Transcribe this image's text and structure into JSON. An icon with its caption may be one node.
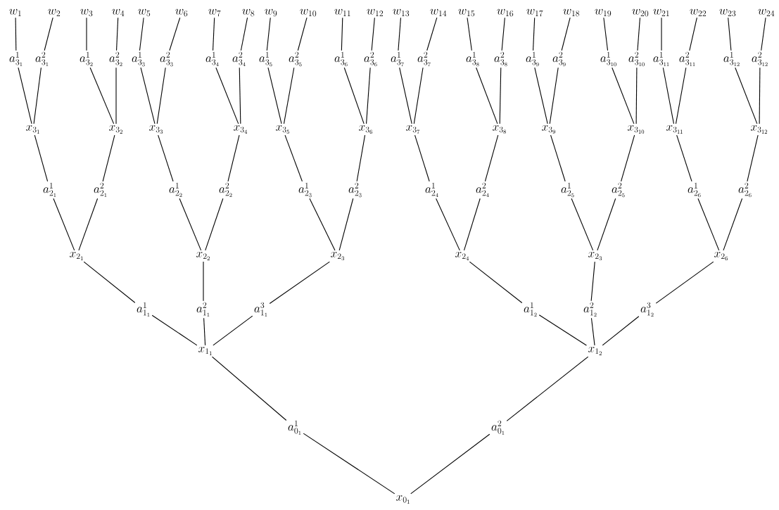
{
  "diagram": {
    "nodes": [
      {
        "text": [
          "w_{1}"
        ]
      },
      {
        "text": [
          "w_{2}"
        ]
      },
      {
        "text": [
          "w_{3}"
        ]
      },
      {
        "text": [
          "w_{4}"
        ]
      },
      {
        "text": [
          "w_{5}"
        ]
      },
      {
        "text": [
          "w_{6}"
        ]
      },
      {
        "text": [
          "w_{7}"
        ]
      },
      {
        "text": [
          "w_{8}"
        ]
      },
      {
        "text": [
          "w_{9}"
        ]
      },
      {
        "text": [
          "w_{10}"
        ]
      },
      {
        "text": [
          "w_{11}"
        ]
      },
      {
        "text": [
          "w_{12}"
        ]
      },
      {
        "text": [
          "w_{13}"
        ]
      },
      {
        "text": [
          "w_{14}"
        ]
      },
      {
        "text": [
          "w_{15}"
        ]
      },
      {
        "text": [
          "w_{16}"
        ]
      },
      {
        "text": [
          "w_{17}"
        ]
      },
      {
        "text": [
          "w_{18}"
        ]
      },
      {
        "text": [
          "w_{19}"
        ]
      },
      {
        "text": [
          "w_{20}"
        ]
      },
      {
        "text": [
          "w_{21}"
        ]
      },
      {
        "text": [
          "w_{22}"
        ]
      },
      {
        "text": [
          "w_{23}"
        ]
      },
      {
        "text": [
          "w_{24}"
        ]
      },
      {
        "text": [
          "a^{1}_{3_{1}}"
        ]
      },
      {
        "text": [
          "a^{2}_{3_{1}}"
        ]
      },
      {
        "text": [
          "a^{1}_{3_{2}}"
        ]
      },
      {
        "text": [
          "a^{2}_{3_{2}}"
        ]
      },
      {
        "text": [
          "a^{1}_{3_{3}}"
        ]
      },
      {
        "text": [
          "a^{2}_{3_{3}}"
        ]
      },
      {
        "text": [
          "a^{1}_{3_{4}}"
        ]
      },
      {
        "text": [
          "a^{2}_{3_{4}}"
        ]
      },
      {
        "text": [
          "a^{1}_{3_{5}}"
        ]
      },
      {
        "text": [
          "a^{2}_{3_{5}}"
        ]
      },
      {
        "text": [
          "a^{1}_{3_{6}}"
        ]
      },
      {
        "text": [
          "a^{2}_{3_{6}}"
        ]
      },
      {
        "text": [
          "a^{1}_{3_{7}}"
        ]
      },
      {
        "text": [
          "a^{2}_{3_{7}}"
        ]
      },
      {
        "text": [
          "a^{1}_{3_{8}}"
        ]
      },
      {
        "text": [
          "a^{2}_{3_{8}}"
        ]
      },
      {
        "text": [
          "a^{1}_{3_{9}}"
        ]
      },
      {
        "text": [
          "a^{2}_{3_{9}}"
        ]
      },
      {
        "text": [
          "a^{1}_{3_{10}}"
        ]
      },
      {
        "text": [
          "a^{2}_{3_{10}}"
        ]
      },
      {
        "text": [
          "a^{1}_{3_{11}}"
        ]
      },
      {
        "text": [
          "a^{2}_{3_{11}}"
        ]
      },
      {
        "text": [
          "a^{1}_{3_{12}}"
        ]
      },
      {
        "text": [
          "a^{2}_{3_{12}}"
        ]
      },
      {
        "text": [
          "x_{3_{1}}"
        ]
      },
      {
        "text": [
          "x_{3_{2}}"
        ]
      },
      {
        "text": [
          "x_{3_{3}}"
        ]
      },
      {
        "text": [
          "x_{3_{4}}"
        ]
      },
      {
        "text": [
          "x_{3_{5}}"
        ]
      },
      {
        "text": [
          "x_{3_{6}}"
        ]
      },
      {
        "text": [
          "x_{3_{7}}"
        ]
      },
      {
        "text": [
          "x_{3_{8}}"
        ]
      },
      {
        "text": [
          "x_{3_{9}}"
        ]
      },
      {
        "text": [
          "x_{3_{10}}"
        ]
      },
      {
        "text": [
          "x_{3_{11}}"
        ]
      },
      {
        "text": [
          "x_{3_{12}}"
        ]
      },
      {
        "text": [
          "a^{1}_{2_{1}}"
        ]
      },
      {
        "text": [
          "a^{2}_{2_{1}}"
        ]
      },
      {
        "text": [
          "a^{1}_{2_{2}}"
        ]
      },
      {
        "text": [
          "a^{2}_{2_{2}}"
        ]
      },
      {
        "text": [
          "a^{1}_{2_{3}}"
        ]
      },
      {
        "text": [
          "a^{2}_{2_{3}}"
        ]
      },
      {
        "text": [
          "a^{1}_{2_{4}}"
        ]
      },
      {
        "text": [
          "a^{2}_{2_{4}}"
        ]
      },
      {
        "text": [
          "a^{1}_{2_{5}}"
        ]
      },
      {
        "text": [
          "a^{2}_{2_{5}}"
        ]
      },
      {
        "text": [
          "a^{1}_{2_{6}}"
        ]
      },
      {
        "text": [
          "a^{2}_{2_{6}}"
        ]
      },
      {
        "text": [
          "x_{2_{1}}"
        ]
      },
      {
        "text": [
          "x_{2_{2}}"
        ]
      },
      {
        "text": [
          "x_{2_{3}}"
        ]
      },
      {
        "text": [
          "x_{2_{4}}"
        ]
      },
      {
        "text": [
          "x_{2_{3}}"
        ]
      },
      {
        "text": [
          "x_{2_{6}}"
        ]
      },
      {
        "text": [
          "a^{1}_{1_{1}}"
        ]
      },
      {
        "text": [
          "a^{2}_{1_{1}}"
        ]
      },
      {
        "text": [
          "a^{3}_{1_{1}}"
        ]
      },
      {
        "text": [
          "a^{1}_{1_{2}}"
        ]
      },
      {
        "text": [
          "a^{2}_{1_{2}}"
        ]
      },
      {
        "text": [
          "a^{3}_{1_{2}}"
        ]
      },
      {
        "text": [
          "x_{1_{1}}"
        ]
      },
      {
        "text": [
          "x_{1_{2}}"
        ]
      },
      {
        "text": [
          "a^{1}_{0_{1}}"
        ]
      },
      {
        "text": [
          "a^{2}_{0_{1}}"
        ]
      },
      {
        "text": [
          "x_{0_{1}}"
        ]
      }
    ],
    "edges": [
      {
        "from": 0,
        "to": 24,
        "arrow": "none"
      },
      {
        "from": 1,
        "to": 25,
        "arrow": "none"
      },
      {
        "from": 2,
        "to": 26,
        "arrow": "none"
      },
      {
        "from": 3,
        "to": 27,
        "arrow": "none"
      },
      {
        "from": 4,
        "to": 28,
        "arrow": "none"
      },
      {
        "from": 5,
        "to": 29,
        "arrow": "none"
      },
      {
        "from": 6,
        "to": 30,
        "arrow": "none"
      },
      {
        "from": 7,
        "to": 31,
        "arrow": "none"
      },
      {
        "from": 8,
        "to": 32,
        "arrow": "none"
      },
      {
        "from": 9,
        "to": 33,
        "arrow": "none"
      },
      {
        "from": 10,
        "to": 34,
        "arrow": "none"
      },
      {
        "from": 11,
        "to": 35,
        "arrow": "none"
      },
      {
        "from": 12,
        "to": 36,
        "arrow": "none"
      },
      {
        "from": 13,
        "to": 37,
        "arrow": "none"
      },
      {
        "from": 14,
        "to": 38,
        "arrow": "none"
      },
      {
        "from": 15,
        "to": 39,
        "arrow": "none"
      },
      {
        "from": 16,
        "to": 40,
        "arrow": "none"
      },
      {
        "from": 17,
        "to": 41,
        "arrow": "none"
      },
      {
        "from": 18,
        "to": 42,
        "arrow": "none"
      },
      {
        "from": 19,
        "to": 43,
        "arrow": "none"
      },
      {
        "from": 20,
        "to": 44,
        "arrow": "none"
      },
      {
        "from": 21,
        "to": 45,
        "arrow": "none"
      },
      {
        "from": 22,
        "to": 46,
        "arrow": "none"
      },
      {
        "from": 23,
        "to": 47,
        "arrow": "none"
      },
      {
        "from": 24,
        "to": 48,
        "arrow": "none"
      },
      {
        "from": 25,
        "to": 48,
        "arrow": "none"
      },
      {
        "from": 26,
        "to": 49,
        "arrow": "none"
      },
      {
        "from": 27,
        "to": 49,
        "arrow": "none"
      },
      {
        "from": 28,
        "to": 50,
        "arrow": "none"
      },
      {
        "from": 29,
        "to": 50,
        "arrow": "none"
      },
      {
        "from": 30,
        "to": 51,
        "arrow": "none"
      },
      {
        "from": 31,
        "to": 51,
        "arrow": "none"
      },
      {
        "from": 32,
        "to": 52,
        "arrow": "none"
      },
      {
        "from": 33,
        "to": 52,
        "arrow": "none"
      },
      {
        "from": 34,
        "to": 53,
        "arrow": "none"
      },
      {
        "from": 35,
        "to": 53,
        "arrow": "none"
      },
      {
        "from": 36,
        "to": 54,
        "arrow": "none"
      },
      {
        "from": 37,
        "to": 54,
        "arrow": "none"
      },
      {
        "from": 38,
        "to": 55,
        "arrow": "none"
      },
      {
        "from": 39,
        "to": 55,
        "arrow": "none"
      },
      {
        "from": 40,
        "to": 56,
        "arrow": "none"
      },
      {
        "from": 41,
        "to": 56,
        "arrow": "none"
      },
      {
        "from": 42,
        "to": 57,
        "arrow": "none"
      },
      {
        "from": 43,
        "to": 57,
        "arrow": "none"
      },
      {
        "from": 44,
        "to": 58,
        "arrow": "none"
      },
      {
        "from": 45,
        "to": 58,
        "arrow": "none"
      },
      {
        "from": 46,
        "to": 59,
        "arrow": "none"
      },
      {
        "from": 47,
        "to": 59,
        "arrow": "none"
      },
      {
        "from": 48,
        "to": 60,
        "arrow": "none"
      },
      {
        "from": 49,
        "to": 61,
        "arrow": "none"
      },
      {
        "from": 50,
        "to": 62,
        "arrow": "none"
      },
      {
        "from": 51,
        "to": 63,
        "arrow": "none"
      },
      {
        "from": 52,
        "to": 64,
        "arrow": "none"
      },
      {
        "from": 53,
        "to": 65,
        "arrow": "none"
      },
      {
        "from": 54,
        "to": 66,
        "arrow": "none"
      },
      {
        "from": 55,
        "to": 67,
        "arrow": "none"
      },
      {
        "from": 56,
        "to": 68,
        "arrow": "none"
      },
      {
        "from": 57,
        "to": 69,
        "arrow": "none"
      },
      {
        "from": 58,
        "to": 70,
        "arrow": "none"
      },
      {
        "from": 59,
        "to": 71,
        "arrow": "none"
      },
      {
        "from": 60,
        "to": 72,
        "arrow": "none"
      },
      {
        "from": 61,
        "to": 72,
        "arrow": "none"
      },
      {
        "from": 62,
        "to": 73,
        "arrow": "none"
      },
      {
        "from": 63,
        "to": 73,
        "arrow": "none"
      },
      {
        "from": 64,
        "to": 74,
        "arrow": "none"
      },
      {
        "from": 65,
        "to": 74,
        "arrow": "none"
      },
      {
        "from": 66,
        "to": 75,
        "arrow": "none"
      },
      {
        "from": 67,
        "to": 75,
        "arrow": "none"
      },
      {
        "from": 68,
        "to": 76,
        "arrow": "none"
      },
      {
        "from": 69,
        "to": 76,
        "arrow": "none"
      },
      {
        "from": 70,
        "to": 77,
        "arrow": "none"
      },
      {
        "from": 71,
        "to": 77,
        "arrow": "none"
      },
      {
        "from": 72,
        "to": 78,
        "arrow": "none"
      },
      {
        "from": 73,
        "to": 79,
        "arrow": "none"
      },
      {
        "from": 74,
        "to": 80,
        "arrow": "none"
      },
      {
        "from": 75,
        "to": 81,
        "arrow": "none"
      },
      {
        "from": 76,
        "to": 82,
        "arrow": "none"
      },
      {
        "from": 77,
        "to": 83,
        "arrow": "none"
      },
      {
        "from": 78,
        "to": 84,
        "arrow": "none"
      },
      {
        "from": 79,
        "to": 84,
        "arrow": "none"
      },
      {
        "from": 80,
        "to": 84,
        "arrow": "none"
      },
      {
        "from": 81,
        "to": 85,
        "arrow": "none"
      },
      {
        "from": 82,
        "to": 85,
        "arrow": "none"
      },
      {
        "from": 83,
        "to": 85,
        "arrow": "none"
      },
      {
        "from": 84,
        "to": 86,
        "arrow": "none"
      },
      {
        "from": 85,
        "to": 87,
        "arrow": "none"
      },
      {
        "from": 86,
        "to": 88,
        "arrow": "none"
      },
      {
        "from": 87,
        "to": 88,
        "arrow": "none"
      }
    ]
  }
}
